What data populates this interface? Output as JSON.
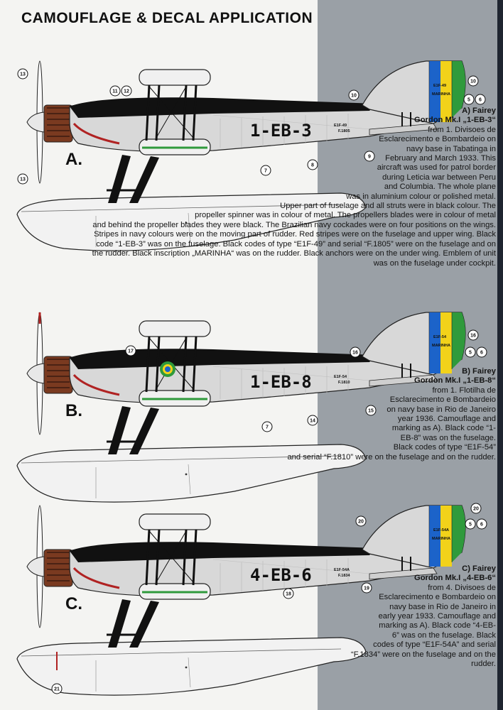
{
  "title": "CAMOUFLAGE & DECAL APPLICATION",
  "colors": {
    "panel": "#9aa0a6",
    "blue": "#1c63c9",
    "yellow": "#f2d21a",
    "green": "#2f9a3c",
    "red": "#b02222"
  },
  "planes": [
    {
      "letter": "A.",
      "code": "1-EB-3",
      "fuselage_code": "E1F-49",
      "serial": "F.1805",
      "rudder_code": "E1F-49",
      "rudder_text": "MARINHA",
      "callouts": [
        "13",
        "11",
        "12",
        "10",
        "10",
        "5",
        "6",
        "9",
        "7",
        "8",
        "13"
      ]
    },
    {
      "letter": "B.",
      "code": "1-EB-8",
      "fuselage_code": "E1F-54",
      "serial": "F.1810",
      "rudder_code": "E1F-54",
      "rudder_text": "MARINHA",
      "callouts": [
        "17",
        "16",
        "16",
        "5",
        "6",
        "15",
        "7",
        "14"
      ]
    },
    {
      "letter": "C.",
      "code": "4-EB-6",
      "fuselage_code": "E1F-54A",
      "serial": "F.1834",
      "rudder_code": "E1F-54A",
      "rudder_text": "MARINHA",
      "callouts": [
        "20",
        "20",
        "5",
        "6",
        "19",
        "18",
        "21"
      ]
    }
  ],
  "descriptions": {
    "a": {
      "heading": [
        "A) Fairey",
        "Gordon Mk.I „1-EB-3“"
      ],
      "lines": [
        "from 1. Divisoes de",
        "Esclarecimento e Bombardeio on",
        "navy base in Tabatinga in",
        "February and March 1933. This",
        "aircraft was used for patrol border",
        "during Leticia war between Peru",
        "and Columbia. The whole plane",
        "was in aluminium colour or polished metal.",
        "Upper part of fuselage and all struts were in black colour. The",
        "propeller spinner was in colour of metal. The propellers blades were in colour of metal",
        "and behind the propeller blades they were black. The Brazilian navy cockades were on four positions on the wings.",
        "Stripes in navy colours were on the moving part of rudder. Red stripes were on the fuselage and upper wing. Black",
        "code “1-EB-3” was on the fuselage. Black codes of type “E1F-49” and serial “F.1805” were on the fuselage and on",
        "the rudder. Black inscription „MARINHA“ was on the rudder. Black anchors were on the under wing. Emblem of unit",
        "was on the fuselage under cockpit."
      ]
    },
    "b": {
      "heading": [
        "B) Fairey",
        "Gordon Mk.I „1-EB-8“"
      ],
      "lines": [
        "from 1. Flotilha de",
        "Esclarecimento e Bombardeio",
        "on navy base in Rio de Janeiro",
        "year 1936. Camouflage and",
        "marking as A). Black code “1-",
        "EB-8” was on the fuselage.",
        "Black codes of type “E1F-54”",
        "and serial “F.1810” were on the fuselage and on the rudder."
      ]
    },
    "c": {
      "heading": [
        "C) Fairey",
        "Gordon Mk.I „4-EB-6“"
      ],
      "lines": [
        "from 4. Divisoes de",
        "Esclarecimento e Bombardeio on",
        "navy base in Rio de Janeiro in",
        "early year 1933. Camouflage and",
        "marking as A). Black code “4-EB-",
        "6” was on the fuselage. Black",
        "codes of type “E1F-54A” and serial",
        "“F.1834” were on the fuselage and on the",
        "rudder."
      ]
    }
  }
}
